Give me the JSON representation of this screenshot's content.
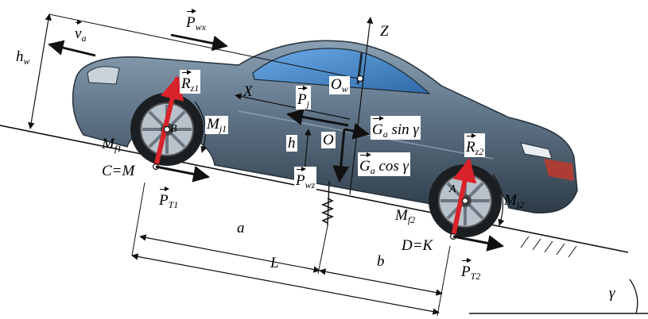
{
  "colors": {
    "car_body": "#5e7386",
    "car_body_dark": "#3d4f60",
    "window": "#4f8ed0",
    "force_red": "#d9222a",
    "line": "#111111"
  },
  "labels": {
    "v_a": "v",
    "v_a_sub": "a",
    "P_wx": "P",
    "P_wx_sub": "wx",
    "h_w": "h",
    "h_w_sub": "w",
    "Z": "Z",
    "X": "X",
    "O_w": "O",
    "O_w_sub": "w",
    "R_z1": "R",
    "R_z1_sub": "z1",
    "R_z2": "R",
    "R_z2_sub": "z2",
    "P_j": "P",
    "P_j_sub": "j",
    "O": "O",
    "h": "h",
    "B": "B",
    "A": "A",
    "M_j1": "M",
    "M_j1_sub": "j1",
    "M_j2": "M",
    "M_j2_sub": "j2",
    "M_f1": "M",
    "M_f1_sub": "f1",
    "M_f2": "M",
    "M_f2_sub": "f2",
    "G_sin": "G",
    "G_sin_sub": "a",
    "G_sin_tail": " sin γ",
    "G_cos": "G",
    "G_cos_sub": "a",
    "G_cos_tail": " cos γ",
    "P_wz": "P",
    "P_wz_sub": "wz",
    "CM": "C=M",
    "DK": "D=K",
    "P_T1": "P",
    "P_T1_sub": "T1",
    "P_T2": "P",
    "P_T2_sub": "T2",
    "a": "a",
    "b": "b",
    "L": "L",
    "gamma": "γ"
  }
}
